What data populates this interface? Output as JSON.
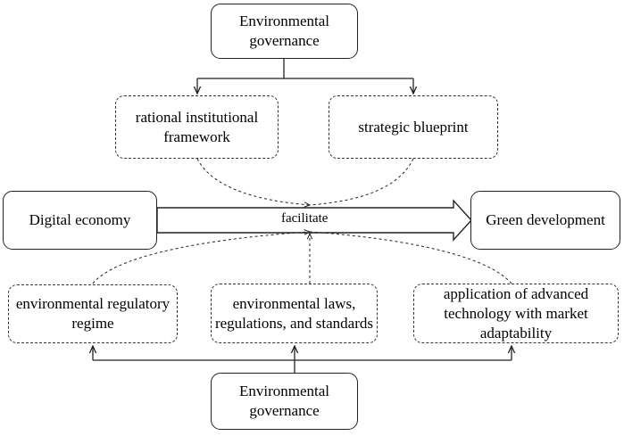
{
  "top": {
    "governance": "Environmental governance"
  },
  "top_factors": [
    "rational institutional framework",
    "strategic blueprint"
  ],
  "left": "Digital economy",
  "right": "Green development",
  "arrow_label": "facilitate",
  "bottom_factors": [
    "environmental regulatory regime",
    "environmental laws, regulations, and standards",
    "application of advanced technology with market adaptability"
  ],
  "bottom": {
    "governance": "Environmental governance"
  }
}
